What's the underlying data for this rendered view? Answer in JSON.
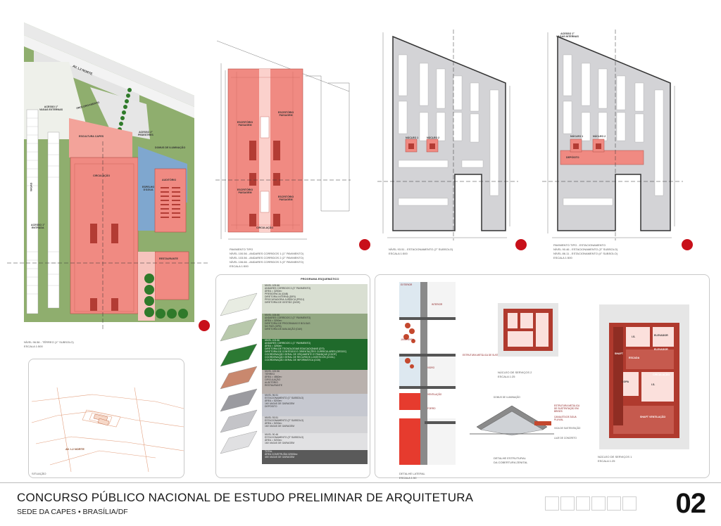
{
  "board": {
    "title": "CONCURSO PÚBLICO NACIONAL DE ESTUDO PRELIMINAR DE ARQUITETURA",
    "subtitle": "SEDE DA CAPES • BRASÍLIA/DF",
    "page_number": "02"
  },
  "site_plan": {
    "road_label": "AV. L2 NORTE",
    "labels": {
      "acesso1": "ACESSO 1°\nVAGAS EXTERNAS",
      "acesso_entrada": "ACESSO 1°\nENTRADA",
      "acesso2": "ACESSO 2°\nPEDESTRES",
      "escultura": "ESCULTURA CAPES",
      "domus": "DOMUS DE ILUMINAÇÃO",
      "espelho": "ESPELHO\nD'ÁGUA",
      "auditorio": "AUDITÓRIO",
      "restaurante": "RESTAURANTE",
      "circulacao": "CIRCULAÇÃO",
      "vagas": "VAGAS",
      "prolongamento": "PROLONGAMENTO"
    },
    "caption": [
      "NÍVEL 96.56 - TÉRREO (1° SUBSOLO)",
      "ESCALA 1:500"
    ]
  },
  "plan_tipo": {
    "labels": [
      "ESCRITÓRIO PAISAGEM",
      "ESCRITÓRIO PAISAGEM",
      "ESCRITÓRIO PAISAGEM",
      "ESCRITÓRIO PAISAGEM",
      "CIRCULAÇÃO"
    ],
    "caption": [
      "PAVIMENTO TIPO",
      "NÍVEL 100.56 - ANDARES CORRIDOS 1 (1° PAVIMENTO)",
      "NÍVEL 103.56 - ANDARES CORRIDOS 2 (2° PAVIMENTO)",
      "NÍVEL 106.66 - ANDARES CORRIDOS 3 (3° PAVIMENTO)",
      "ESCALA 1:500"
    ]
  },
  "plan_sub2": {
    "labels": [
      "NÚCLEO 1",
      "NÚCLEO 2"
    ],
    "caption": [
      "NÍVEL 93.51 - ESTACIONAMENTO (2° SUBSOLO)",
      "ESCALA 1:500"
    ]
  },
  "plan_sub1": {
    "labels": [
      "NÚCLEO 1",
      "NÚCLEO 2",
      "DEPÓSITO",
      "ACESSO 1°\nVAGAS INTERNAS"
    ],
    "caption": [
      "PAVIMENTO TIPO - ESTACIONAMENTO",
      "NÍVEL 90.46 - ESTACIONAMENTO (3° SUBSOLO)",
      "NÍVEL 86.11 - ESTACIONAMENTO (4° SUBSOLO)",
      "ESCALA 1:500"
    ]
  },
  "situacao": {
    "road_label": "AV. L2 NORTE",
    "caption": "SITUAÇÃO"
  },
  "programa": {
    "heading": "PROGRAMA ESQUEMÁTICO",
    "rows": [
      {
        "text": "NÍVEL 109.66\nANDARES CORRIDOS 3 (3° PAVIMENTO)\nÁREA = 3250m²\nPRESIDÊNCIA (GAB)\nDIRETORIA INTERNA (DIRI)\nPROCURADORIA JURÍDICA (PROJ)\nDIRETORIA DE GESTÃO (DIGE)",
        "color": "#d9dfd2"
      },
      {
        "text": "NÍVEL 106.66\nANDARES CORRIDOS 2 (2° PAVIMENTO)\nÁREA = 3250m²\nDIRETORIA DE PROGRAMAS E BOLSAS\nNO PAÍS (DPB)\nDIRETORIA DE AVALIAÇÃO (DAV)",
        "color": "#93a883"
      },
      {
        "text": "NÍVEL 103.56\nANDARES CORRIDOS 1 (1° PAVIMENTO)\nÁREA = 3250m²\nDIRETORIA DE TECNOLOGIAS EDUCACIONAIS (DTI)\nDIRETORIA DE CONTEÚDO E ORIENTAÇÕES CURRICULARES (GEDOC)\nCOORDENAÇÃO GERAL DE ORÇAMENTO E FINANÇAS (CGOF)\nCOORDENAÇÃO GERAL DE RECURSOS LOGÍSTICOS (CGGL)\nCOORDENAÇÃO GERAL DE INFORMÁTICA (CGII)",
        "color": "#1f6a2b"
      },
      {
        "text": "NÍVEL 100.56\nTÉRREO\nÁREA = 4860m²\nCIRCULAÇÃO\nAUDITÓRIO\nRESTAURANTE",
        "color": "#b9b1ad"
      },
      {
        "text": "NÍVEL 96.51\nESTACIONAMENTO (1° SUBSOLO)\nÁREA = 5200m²\n160 VAGAS DE GARAGEM\nDEPÓSITO",
        "color": "#c6c8d0"
      },
      {
        "text": "NÍVEL 93.51\nESTACIONAMENTO (2° SUBSOLO)\nÁREA = 5200m²\n160 VAGAS DE GARAGEM",
        "color": "#d3d3d6"
      },
      {
        "text": "NÍVEL 90.46\nESTACIONAMENTO (3° SUBSOLO)\nÁREA = 5200m²\n160 VAGAS DE GARAGEM",
        "color": "#e1e1e3"
      },
      {
        "text": "TOTAL\nÁREA CONSTRUÍDA 32500m²\n400 VAGAS DE GARAGEM",
        "color": "#5a5a5a"
      }
    ]
  },
  "details": {
    "cut_caption": [
      "DETALHE LATERAL",
      "ESCALA 1:50"
    ],
    "zenital_caption": [
      "DETALHE ESTRUTURAL",
      "DA COBERTURA ZENITAL"
    ],
    "nucleo2_caption": [
      "NÚCLEO DE SERVIÇOS 2",
      "ESCALA 1:25"
    ],
    "nucleo1_caption": [
      "NÚCLEO DE SERVIÇOS 1",
      "ESCALA 1:25"
    ],
    "cut_labels": [
      "JARDINEIRA",
      "ESTRUTURA METÁLICA DE SUSTENTAÇÃO DO BRISE",
      "VIDRO",
      "VENTILAÇÃO",
      "FORRO",
      "INTERIOR",
      "EXTERIOR"
    ],
    "zenital_labels": [
      "DOMUS DE ILUMINAÇÃO",
      "ESTRUTURA METÁLICA DE SUSTENTAÇÃO EM BRISES",
      "CANALETA DE ÁGUA PLUVIAL",
      "VIGA DE SUSTENTAÇÃO",
      "LAJE DE CONCRETO"
    ],
    "nucleo_labels": [
      "SHAFT",
      "ELEVADOR",
      "ELEVADOR",
      "ESCADA",
      "I.S.",
      "COPA",
      "I.S.",
      "CIRCULAÇÃO",
      "SHAFT VENTILAÇÃO"
    ]
  },
  "colors": {
    "salmon": "#f08a82",
    "salmon_dark": "#d9544c",
    "green": "#7e9b66",
    "blue": "#7fa7cf",
    "red_marker": "#c8101a",
    "nucleo_red": "#b03a2e"
  }
}
